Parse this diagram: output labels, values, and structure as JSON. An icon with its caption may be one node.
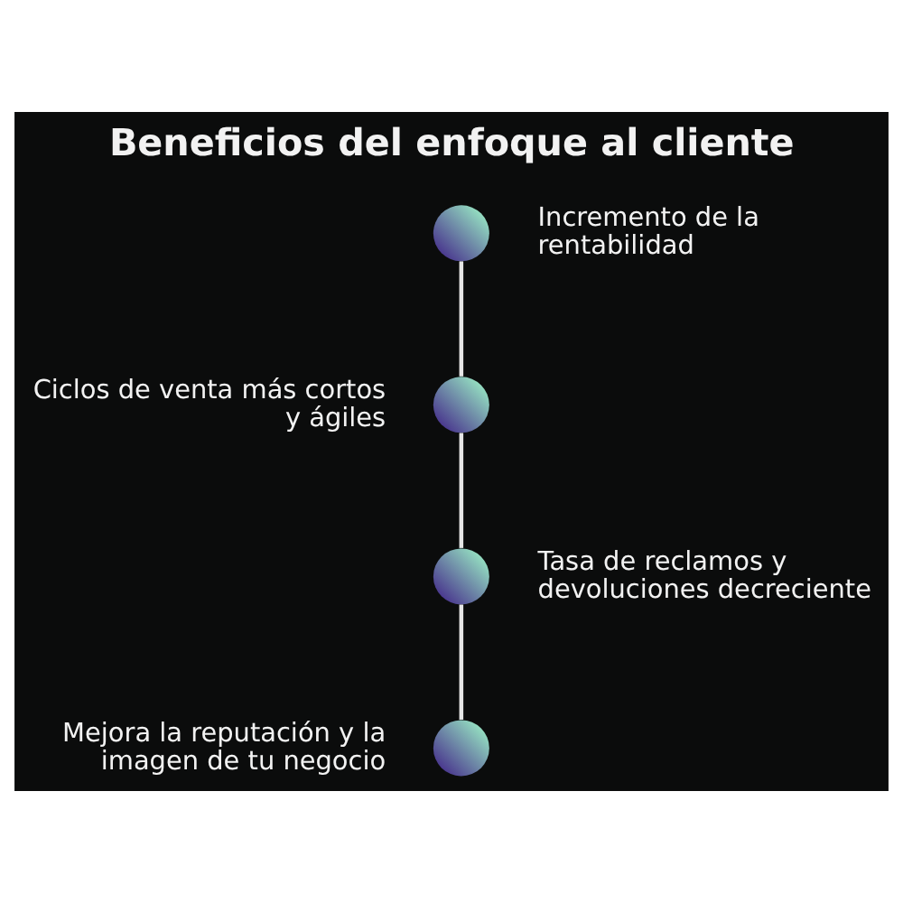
{
  "diagram": {
    "title": "Beneficios del enfoque al cliente",
    "nodes": [
      {
        "text": [],
        "shape": "circle",
        "beside": [
          "Incremento de la rentabilidad"
        ]
      },
      {
        "text": [],
        "shape": "circle",
        "beside": [
          "Ciclos de venta más cortos y ágiles"
        ]
      },
      {
        "text": [],
        "shape": "circle",
        "beside": [
          "Tasa de reclamos y devoluciones decreciente"
        ]
      },
      {
        "text": [],
        "shape": "circle",
        "beside": [
          "Mejora la reputación y la imagen de tu negocio"
        ]
      }
    ],
    "edges": [
      {
        "from": 0,
        "to": 1,
        "arrow": "none"
      },
      {
        "from": 1,
        "to": 2,
        "arrow": "none"
      },
      {
        "from": 2,
        "to": 3,
        "arrow": "none"
      }
    ]
  }
}
